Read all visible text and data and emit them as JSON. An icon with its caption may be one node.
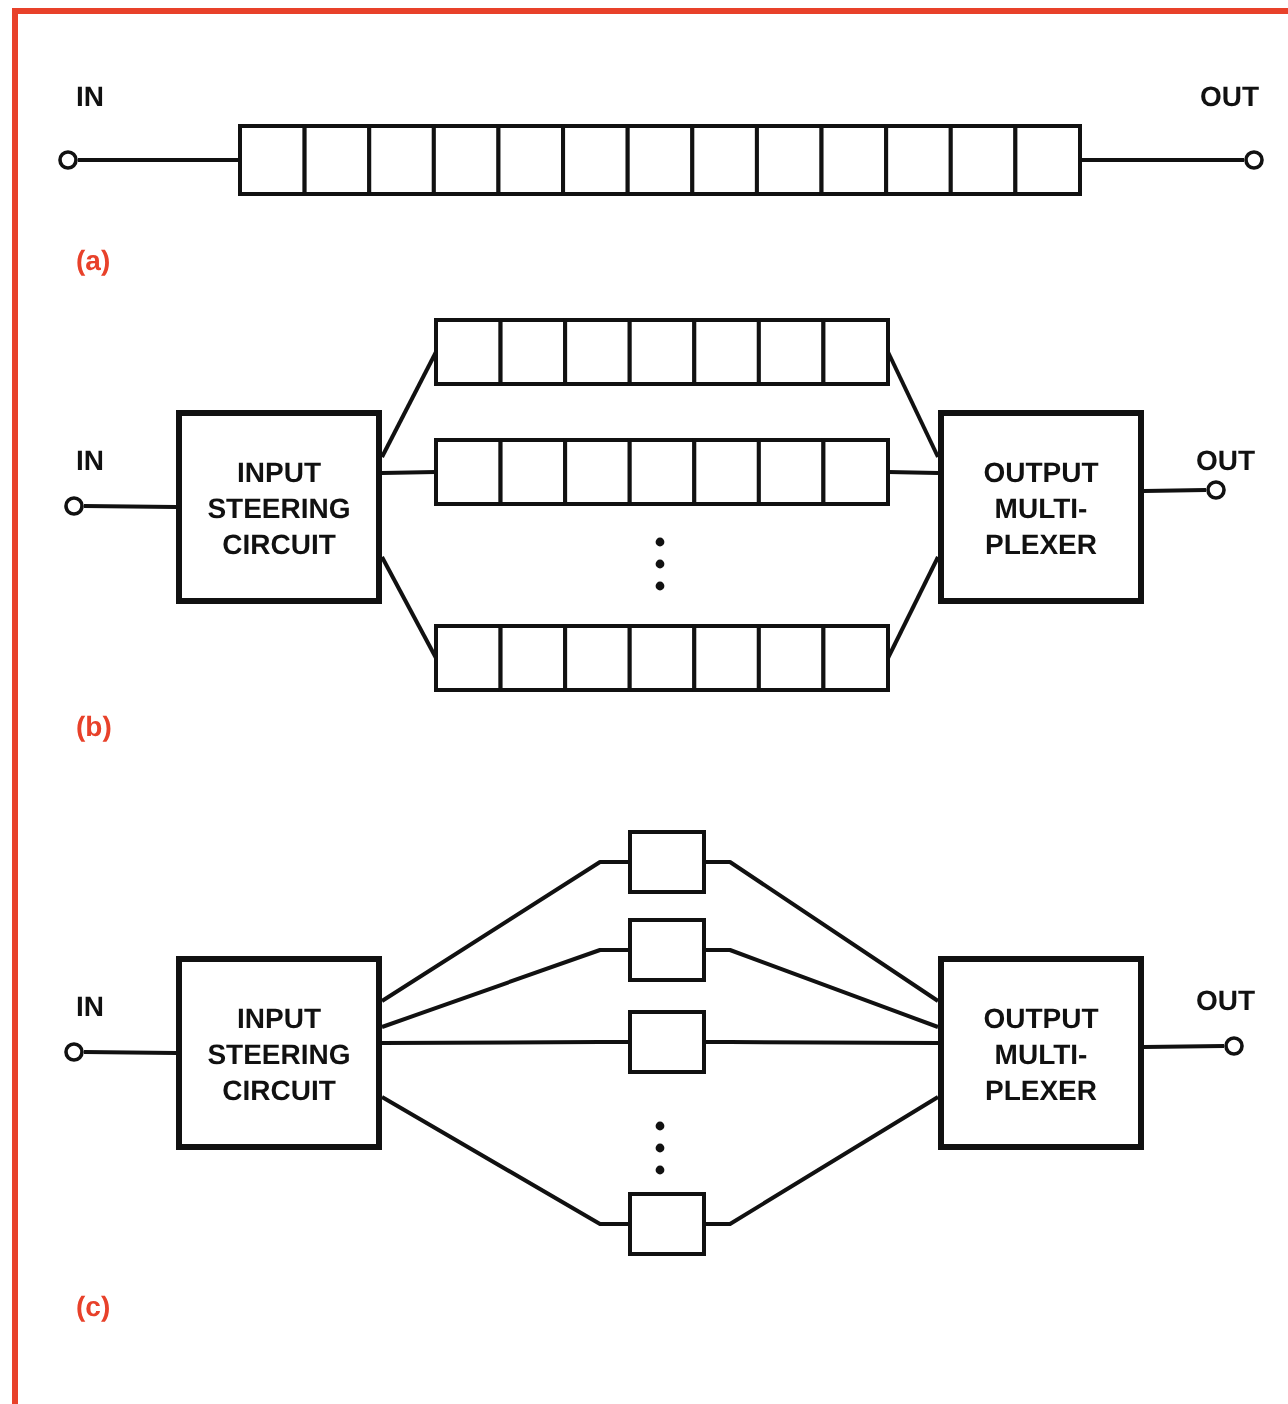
{
  "diagram": {
    "nodes": [
      {
        "text": [
          "IN"
        ]
      },
      {
        "text": [],
        "shape": "bar"
      },
      {
        "text": [
          "OUT"
        ]
      },
      {
        "text": [
          "IN"
        ]
      },
      {
        "text": [
          "INPUT STEERING CIRCUIT"
        ]
      },
      {
        "text": [],
        "shape": "bar"
      },
      {
        "text": [],
        "shape": "bar"
      },
      {
        "text": [],
        "shape": "bar"
      },
      {
        "text": [
          "OUTPUT MULTI- PLEXER"
        ]
      },
      {
        "text": [
          "OUT"
        ]
      },
      {
        "text": [
          "IN"
        ]
      },
      {
        "text": [
          "INPUT STEERING CIRCUIT"
        ]
      },
      {
        "text": [],
        "shape": "box"
      },
      {
        "text": [],
        "shape": "box"
      },
      {
        "text": [],
        "shape": "box"
      },
      {
        "text": [],
        "shape": "box"
      },
      {
        "text": [
          "OUTPUT MULTI- PLEXER"
        ]
      },
      {
        "text": [
          "OUT"
        ]
      }
    ],
    "edges": [
      {
        "from": 0,
        "to": 1,
        "arrow": "none"
      },
      {
        "from": 1,
        "to": 2,
        "arrow": "none"
      },
      {
        "from": 3,
        "to": 4,
        "arrow": "none"
      },
      {
        "from": 4,
        "to": 5,
        "arrow": "none"
      },
      {
        "from": 4,
        "to": 6,
        "arrow": "none"
      },
      {
        "from": 4,
        "to": 7,
        "arrow": "none"
      },
      {
        "from": 5,
        "to": 8,
        "arrow": "none"
      },
      {
        "from": 6,
        "to": 8,
        "arrow": "none"
      },
      {
        "from": 7,
        "to": 8,
        "arrow": "none"
      },
      {
        "from": 8,
        "to": 9,
        "arrow": "none"
      },
      {
        "from": 10,
        "to": 11,
        "arrow": "none"
      },
      {
        "from": 11,
        "to": 12,
        "arrow": "none"
      },
      {
        "from": 11,
        "to": 13,
        "arrow": "none"
      },
      {
        "from": 11,
        "to": 14,
        "arrow": "none"
      },
      {
        "from": 11,
        "to": 15,
        "arrow": "none"
      },
      {
        "from": 12,
        "to": 16,
        "arrow": "none"
      },
      {
        "from": 13,
        "to": 16,
        "arrow": "none"
      },
      {
        "from": 14,
        "to": 16,
        "arrow": "none"
      },
      {
        "from": 15,
        "to": 16,
        "arrow": "none"
      },
      {
        "from": 16,
        "to": 17,
        "arrow": "none"
      }
    ],
    "labels": [
      "(a)",
      "(b)",
      "(c)"
    ]
  }
}
